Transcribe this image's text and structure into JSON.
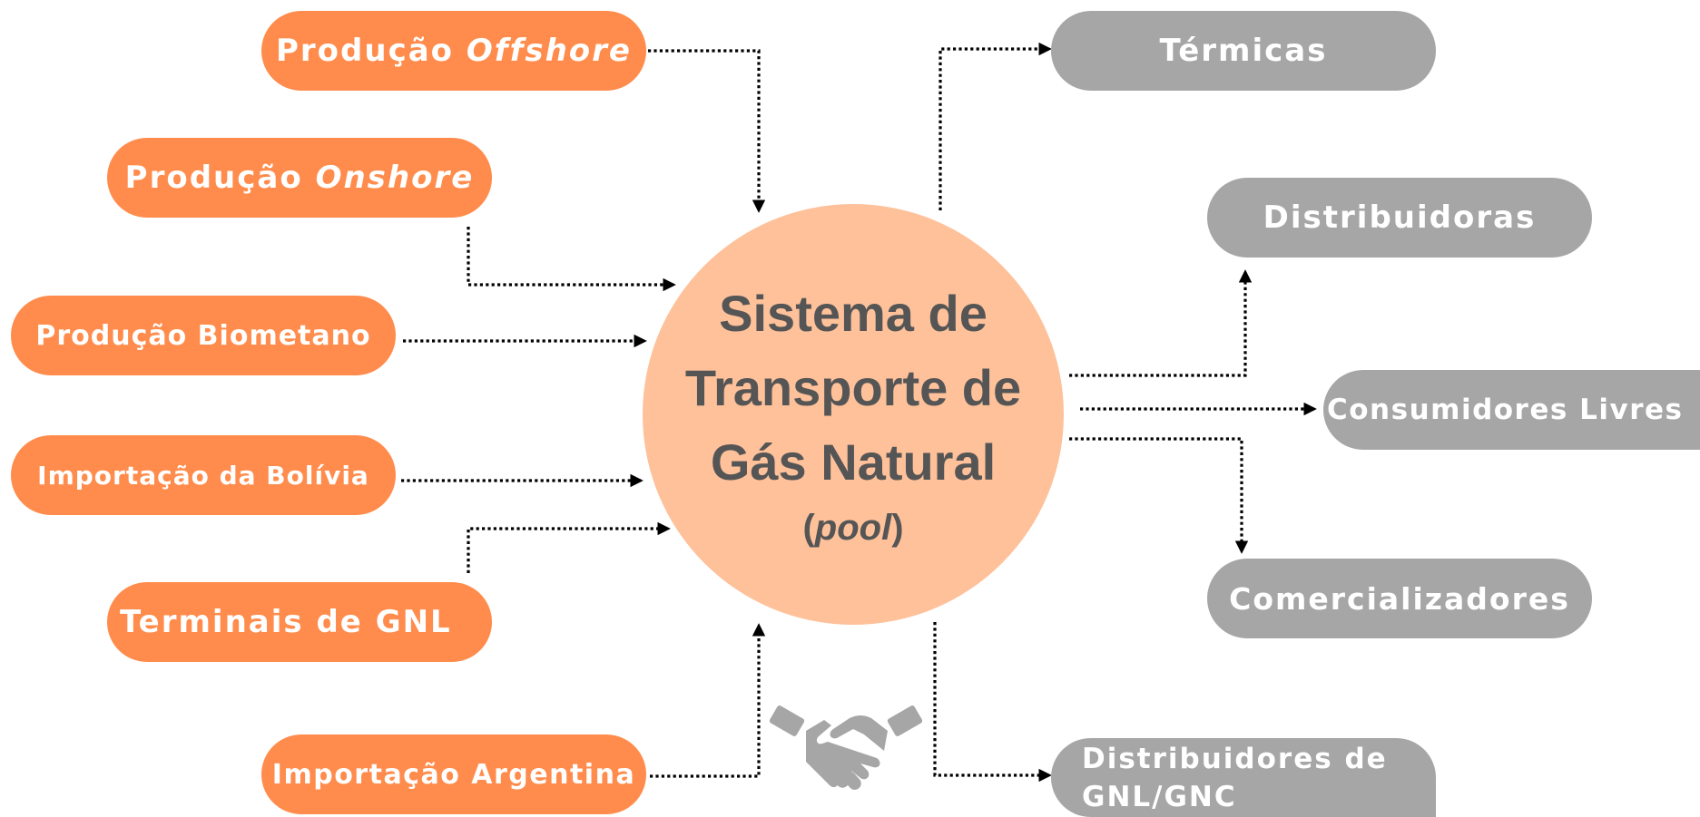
{
  "colors": {
    "source_fill": "#ff8c4c",
    "destination_fill": "#a6a6a6",
    "hub_fill": "#fec19a",
    "hub_text": "#555555",
    "connector": "#000000",
    "icon": "#a6a6a6"
  },
  "hub": {
    "line1": "Sistema de",
    "line2": "Transporte de",
    "line3": "Gás Natural",
    "sub_open": "(",
    "sub_pool": "pool",
    "sub_close": ")"
  },
  "sources": {
    "offshore": {
      "text": "Produção ",
      "emph": "Offshore"
    },
    "onshore": {
      "text": "Produção ",
      "emph": "Onshore"
    },
    "biometano": {
      "text": "Produção Biometano"
    },
    "bolivia": {
      "text": "Importação da Bolívia"
    },
    "gnl": {
      "text": "Terminais de GNL"
    },
    "argentina": {
      "text": "Importação Argentina"
    }
  },
  "destinations": {
    "termicas": "Térmicas",
    "distribuidoras": "Distribuidoras",
    "consumidores": "Consumidores Livres",
    "comercializadores": "Comercializadores",
    "distribuidores_line1": "Distribuidores de",
    "distribuidores_line2": "GNL/GNC"
  },
  "icons": {
    "center_decoration": "handshake-icon"
  }
}
